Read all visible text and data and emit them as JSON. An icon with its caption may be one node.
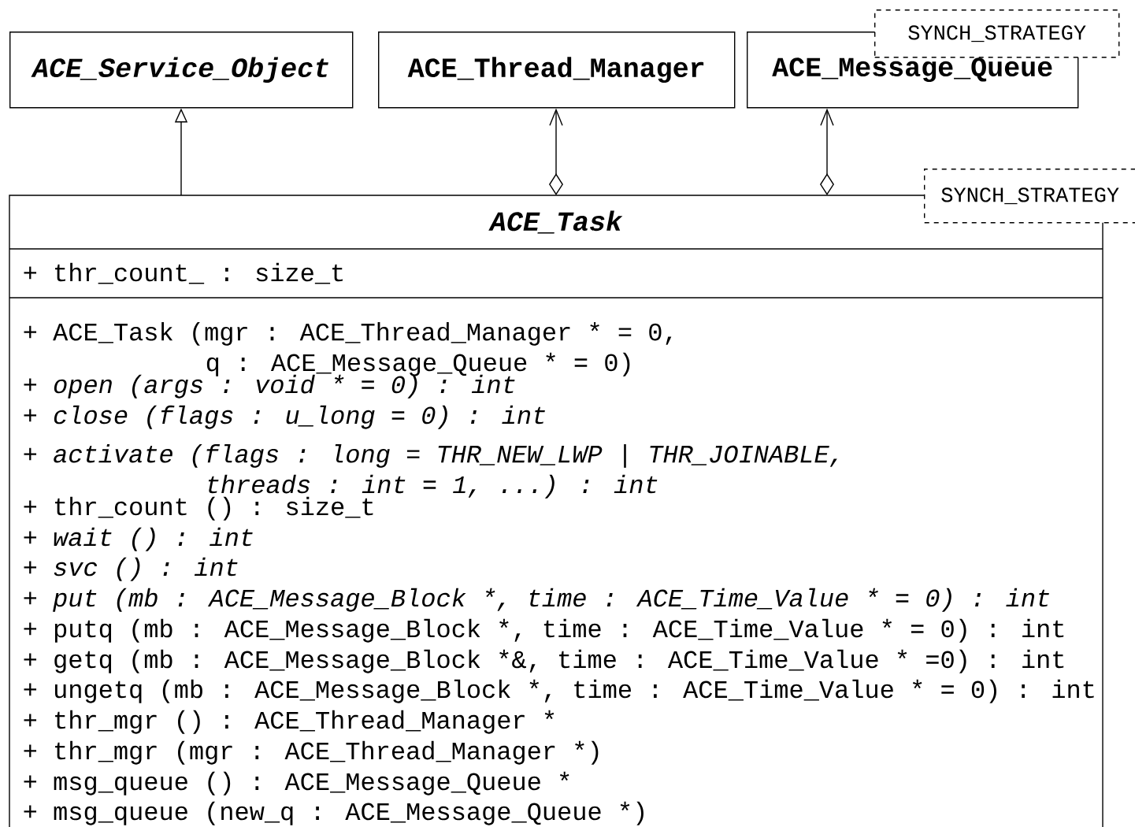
{
  "diagram": {
    "nodes": [
      {
        "text": [
          "ACE_Service_Object"
        ]
      },
      {
        "text": [
          "ACE_Thread_Manager"
        ]
      },
      {
        "text": [
          "ACE_Message_Queue"
        ]
      },
      {
        "text": [
          "SYNCH_STRATEGY"
        ]
      },
      {
        "text": [
          "ACE_Task",
          "+ thr_count_ : size_t",
          "+ ACE_Task (mgr : ACE_Thread_Manager * = 0, q : ACE_Message_Queue * = 0)",
          "+ open (args : void * = 0) : int",
          "+ close (flags : u_long = 0) : int",
          "+ activate (flags : long = THR_NEW_LWP | THR_JOINABLE, threads : int = 1, ...) : int",
          "+ thr_count () : size_t",
          "+ wait () : int",
          "+ svc () : int",
          "+ put (mb : ACE_Message_Block *, time : ACE_Time_Value * = 0) : int",
          "+ putq (mb : ACE_Message_Block *, time : ACE_Time_Value * = 0) : int",
          "+ getq (mb : ACE_Message_Block *&, time : ACE_Time_Value * =0) : int",
          "+ ungetq (mb : ACE_Message_Block *, time : ACE_Time_Value * = 0) : int",
          "+ thr_mgr () : ACE_Thread_Manager *",
          "+ thr_mgr (mgr : ACE_Thread_Manager *)",
          "+ msg_queue () : ACE_Message_Queue *",
          "+ msg_queue (new_q : ACE_Message_Queue *)"
        ]
      },
      {
        "text": [
          "SYNCH_STRATEGY"
        ]
      }
    ],
    "edges": [
      {
        "from": 4,
        "to": 0,
        "arrow": "to"
      },
      {
        "from": 4,
        "to": 1,
        "arrow": "to"
      },
      {
        "from": 4,
        "to": 2,
        "arrow": "to"
      }
    ]
  }
}
